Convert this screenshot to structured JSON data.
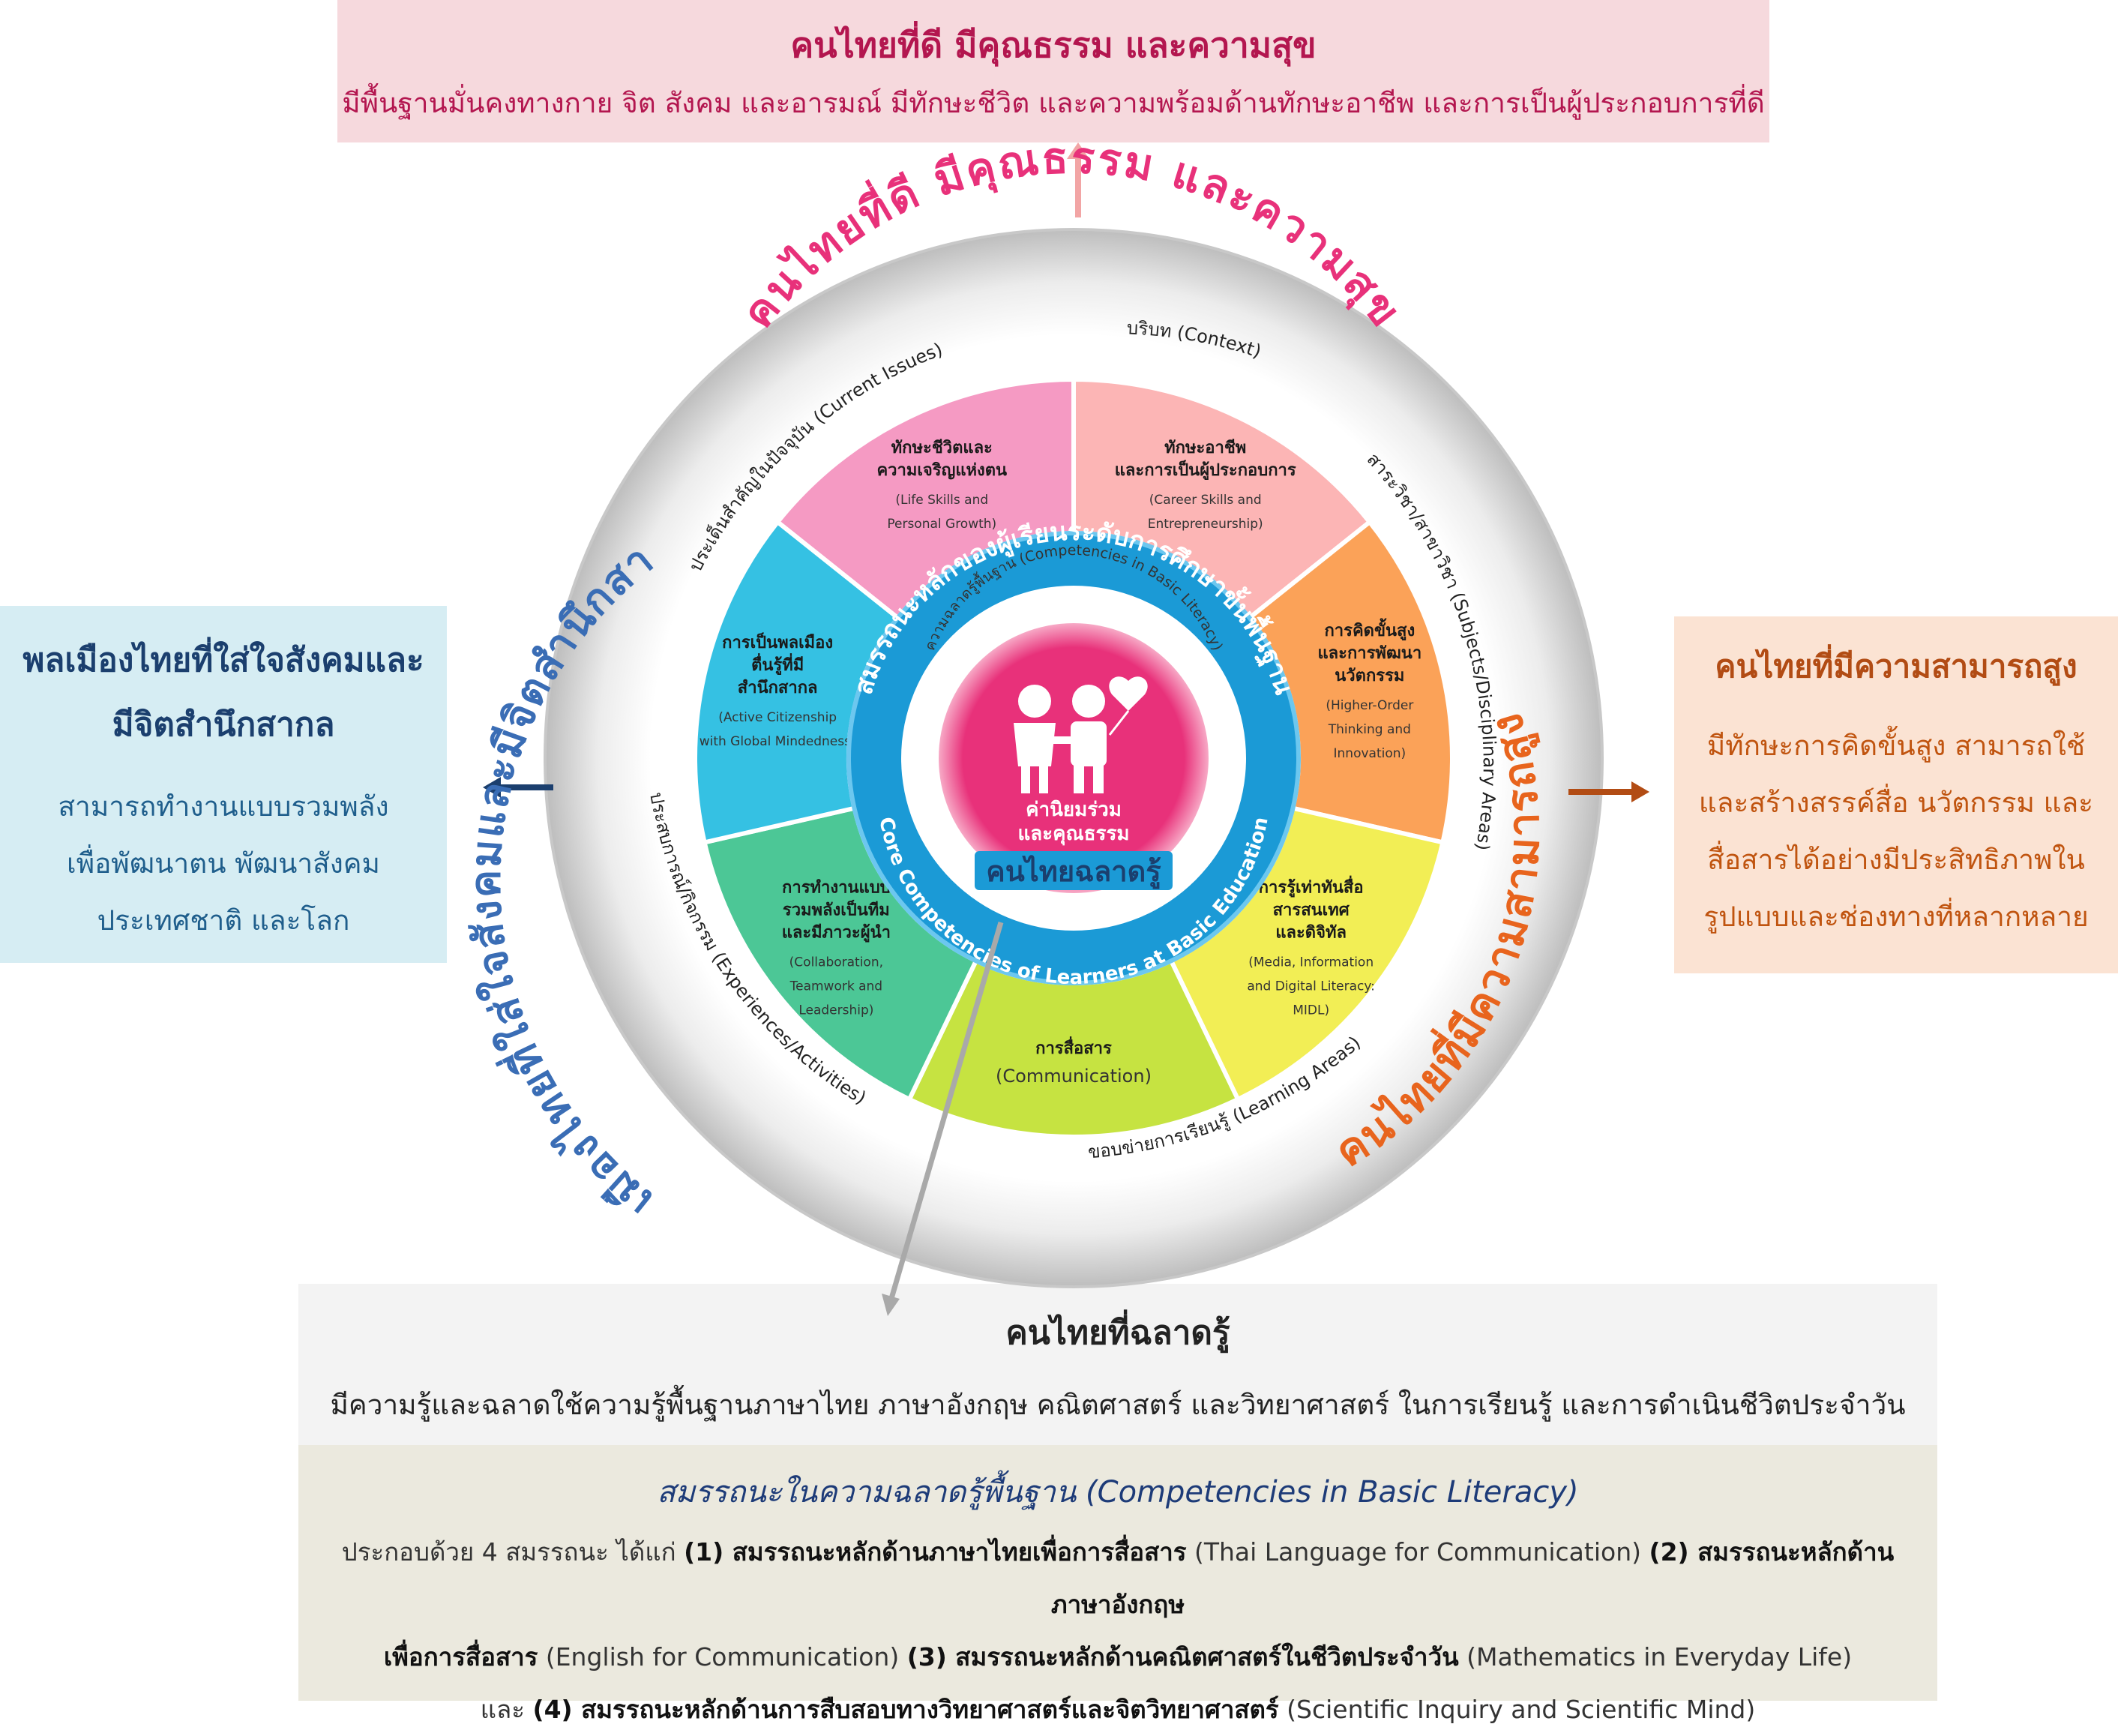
{
  "top": {
    "title": "คนไทยที่ดี มีคุณธรรม และความสุข",
    "desc": "มีพื้นฐานมั่นคงทางกาย จิต สังคม และอารมณ์ มีทักษะชีวิต และความพร้อมด้านทักษะอาชีพ และการเป็นผู้ประกอบการที่ดี"
  },
  "left": {
    "title_line1": "พลเมืองไทยที่ใส่ใจสังคมและ",
    "title_line2": "มีจิตสำนึกสากล",
    "desc_line1": "สามารถทำงานแบบรวมพลัง",
    "desc_line2": "เพื่อพัฒนาตน พัฒนาสังคม",
    "desc_line3": "ประเทศชาติ และโลก"
  },
  "right": {
    "title": "คนไทยที่มีความสามารถสูง",
    "desc_line1": "มีทักษะการคิดขั้นสูง สามารถใช้",
    "desc_line2": "และสร้างสรรค์สื่อ นวัตกรรม และ",
    "desc_line3": "สื่อสารได้อย่างมีประสิทธิภาพใน",
    "desc_line4": "รูปแบบและช่องทางที่หลากหลาย"
  },
  "bottom": {
    "title": "คนไทยที่ฉลาดรู้",
    "desc": "มีความรู้และฉลาดใช้ความรู้พื้นฐานภาษาไทย ภาษาอังกฤษ คณิตศาสตร์ และวิทยาศาสตร์ ในการเรียนรู้ และการดำเนินชีวิตประจำวัน",
    "subtitle": "สมรรถนะในความฉลาดรู้พื้นฐาน (Competencies in Basic Literacy)",
    "l1_a": "ประกอบด้วย 4 สมรรถนะ ได้แก่ ",
    "l1_b": "(1) สมรรถนะหลักด้านภาษาไทยเพื่อการสื่อสาร",
    "l1_c": " (Thai Language for Communication) ",
    "l1_d": "(2) สมรรถนะหลักด้านภาษาอังกฤษ",
    "l2_a": "เพื่อการสื่อสาร",
    "l2_b": " (English for Communication) ",
    "l2_c": "(3) สมรรถนะหลักด้านคณิตศาสตร์ในชีวิตประจำวัน",
    "l2_d": " (Mathematics in Everyday Life)",
    "l3_a": "และ ",
    "l3_b": "(4) สมรรถนะหลักด้านการสืบสอบทางวิทยาศาสตร์และจิตวิทยาศาสตร์",
    "l3_c": " (Scientific Inquiry and Scientific Mind)"
  },
  "ring": {
    "top": "คนไทยที่ดี มีคุณธรรม และความสุข",
    "left": "พลเมืองไทยที่ใส่ใจสังคมและมีจิตสำนึกสากล",
    "right": "คนไทยที่มีความสามารถสูง",
    "bottom": "คนไทยฉลาดรู้"
  },
  "context": {
    "context": "บริบท (Context)",
    "subjects": "สาระวิชา/สาขาวิชา (Subjects/Disciplinary Areas)",
    "learning": "ขอบข่ายการเรียนรู้ (Learning Areas)",
    "experiences": "ประสบการณ์/กิจกรรม (Experiences/Activities)",
    "issues": "ประเด็นสำคัญในปัจจุบัน (Current Issues)"
  },
  "segments": [
    {
      "th1": "ทักษะชีวิตและ",
      "th2": "ความเจริญแห่งตน",
      "th3": "",
      "en1": "(Life Skills and",
      "en2": "Personal Growth)",
      "en3": ""
    },
    {
      "th1": "ทักษะอาชีพ",
      "th2": "และการเป็นผู้ประกอบการ",
      "th3": "",
      "en1": "(Career Skills and",
      "en2": "Entrepreneurship)",
      "en3": ""
    },
    {
      "th1": "การคิดขั้นสูง",
      "th2": "และการพัฒนา",
      "th3": "นวัตกรรม",
      "en1": "(Higher-Order",
      "en2": "Thinking and",
      "en3": "Innovation)"
    },
    {
      "th1": "การรู้เท่าทันสื่อ",
      "th2": "สารสนเทศ",
      "th3": "และดิจิทัล",
      "en1": "(Media, Information",
      "en2": "and Digital Literacy:",
      "en3": "MIDL)"
    },
    {
      "th1": "การสื่อสาร",
      "th2": "",
      "th3": "",
      "en1": "(Communication)",
      "en2": "",
      "en3": ""
    },
    {
      "th1": "การทำงานแบบ",
      "th2": "รวมพลังเป็นทีม",
      "th3": "และมีภาวะผู้นำ",
      "en1": "(Collaboration,",
      "en2": "Teamwork and",
      "en3": "Leadership)"
    },
    {
      "th1": "การเป็นพลเมือง",
      "th2": "ตื่นรู้ที่มี",
      "th3": "สำนึกสากล",
      "en1": "(Active Citizenship",
      "en2": "with Global Mindedness)",
      "en3": ""
    }
  ],
  "core": {
    "th": "สมรรถนะหลักของผู้เรียนระดับการศึกษาขั้นพื้นฐาน",
    "en": "Core Competencies of Learners at Basic Education",
    "inner": "ความฉลาดรู้พื้นฐาน (Competencies in Basic Literacy)",
    "center1": "ค่านิยมร่วม",
    "center2": "และคุณธรรม"
  },
  "colors": {
    "pink": "#f59ac3",
    "salmon": "#fcb5b5",
    "orange": "#fba258",
    "yellow": "#f2ee55",
    "lime": "#c6e341",
    "green": "#4cc796",
    "cyan": "#35c1e3",
    "blue": "#1b9ad6",
    "magenta": "#e8317a",
    "orange_text": "#e8641d",
    "blue_text": "#3a6db5"
  },
  "icons": [
    "children-icon",
    "heart-balloon-icon"
  ]
}
